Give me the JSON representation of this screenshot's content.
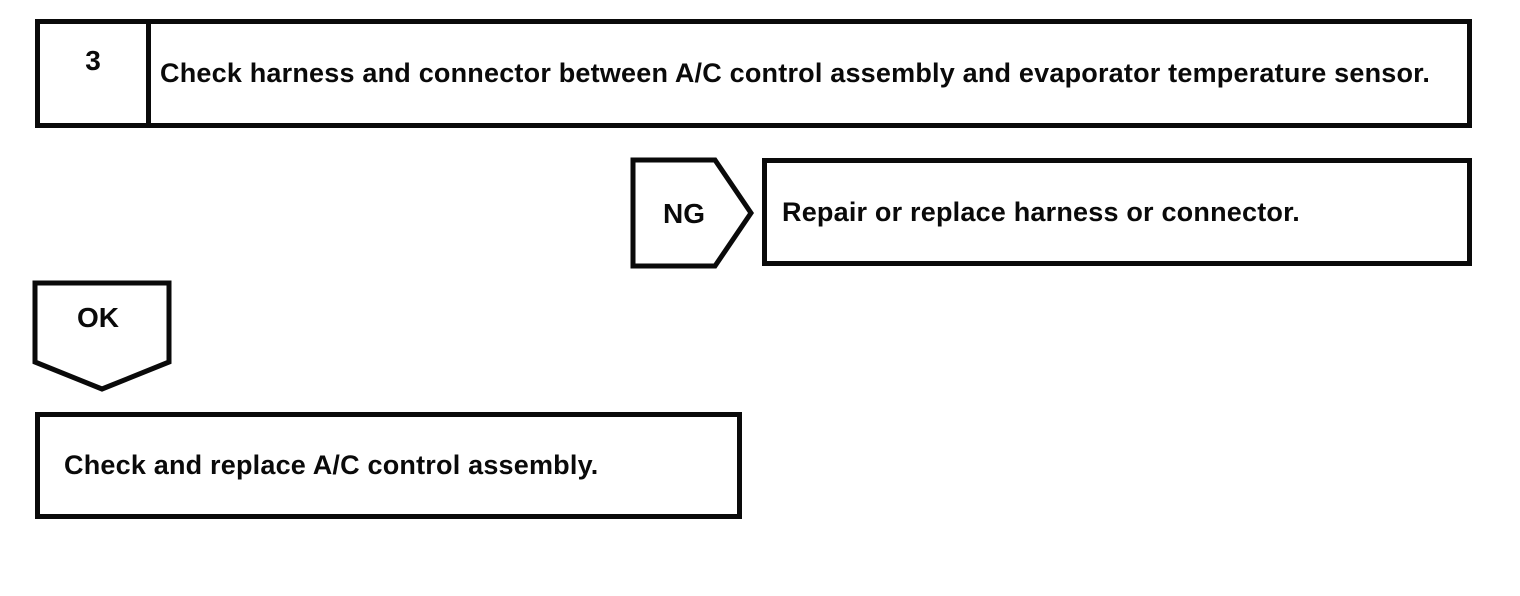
{
  "flowchart": {
    "step_box": {
      "number": "3",
      "text": "Check harness and connector between A/C control assembly and evaporator temperature sensor."
    },
    "ng_branch": {
      "label": "NG",
      "action": "Repair or replace harness or connector."
    },
    "ok_branch": {
      "label": "OK",
      "action": "Check and replace A/C control assembly."
    },
    "colors": {
      "ink": "#0a0a0a",
      "paper": "#ffffff"
    }
  }
}
